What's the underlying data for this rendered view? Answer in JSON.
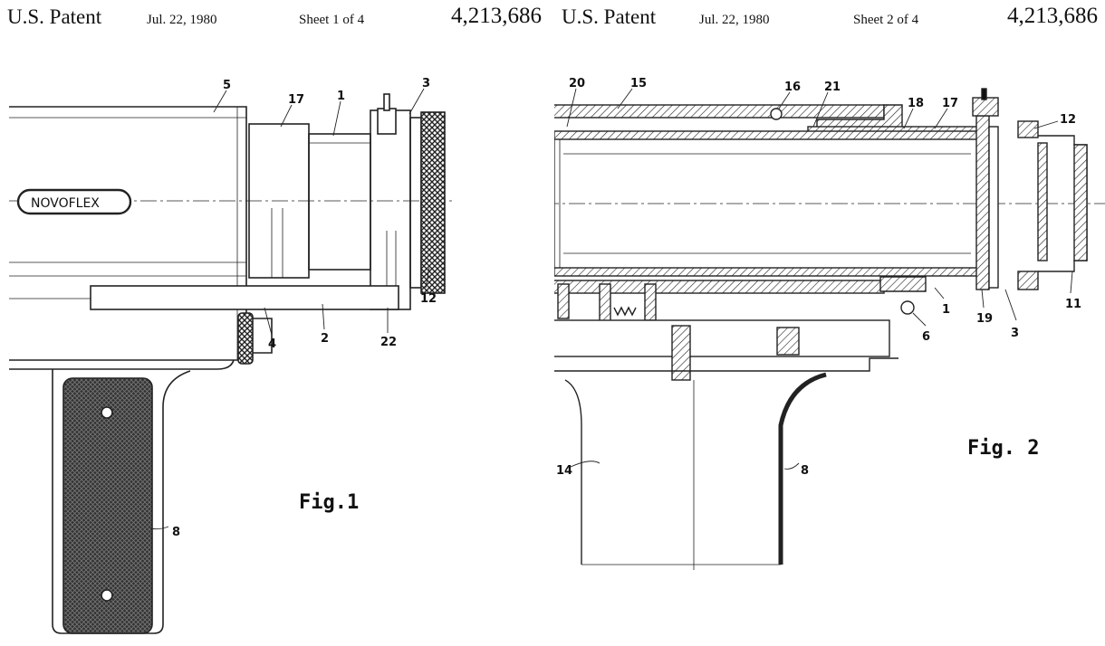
{
  "sheets": [
    {
      "header": {
        "patent": "U.S. Patent",
        "date": "Jul. 22, 1980",
        "sheet": "Sheet 1 of 4",
        "number": "4,213,686"
      },
      "figure_label": "Fig.1",
      "brand": "NOVOFLEX",
      "refs": [
        "5",
        "17",
        "1",
        "3",
        "12",
        "4",
        "2",
        "22",
        "8"
      ]
    },
    {
      "header": {
        "patent": "U.S. Patent",
        "date": "Jul. 22, 1980",
        "sheet": "Sheet 2 of 4",
        "number": "4,213,686"
      },
      "figure_label": "Fig. 2",
      "refs": [
        "20",
        "15",
        "16",
        "21",
        "18",
        "17",
        "12",
        "6",
        "1",
        "19",
        "3",
        "11",
        "14",
        "8"
      ]
    }
  ]
}
